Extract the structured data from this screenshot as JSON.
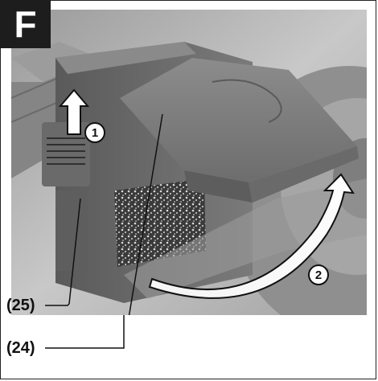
{
  "figure": {
    "letter": "F"
  },
  "callouts": [
    {
      "id": "callout-25",
      "text": "(25)"
    },
    {
      "id": "callout-24",
      "text": "(24)"
    }
  ],
  "steps": [
    {
      "id": "step-1",
      "text": "1"
    },
    {
      "id": "step-2",
      "text": "2"
    }
  ],
  "icons": {
    "arrow-up": "arrow-up-icon",
    "arrow-curved": "curved-arrow-icon"
  },
  "colors": {
    "badge_bg": "#1d1d1d",
    "badge_fg": "#ffffff",
    "photo_mid": "#8a8a8a",
    "photo_dark": "#4a4a4a",
    "photo_light": "#d6d6d6"
  }
}
